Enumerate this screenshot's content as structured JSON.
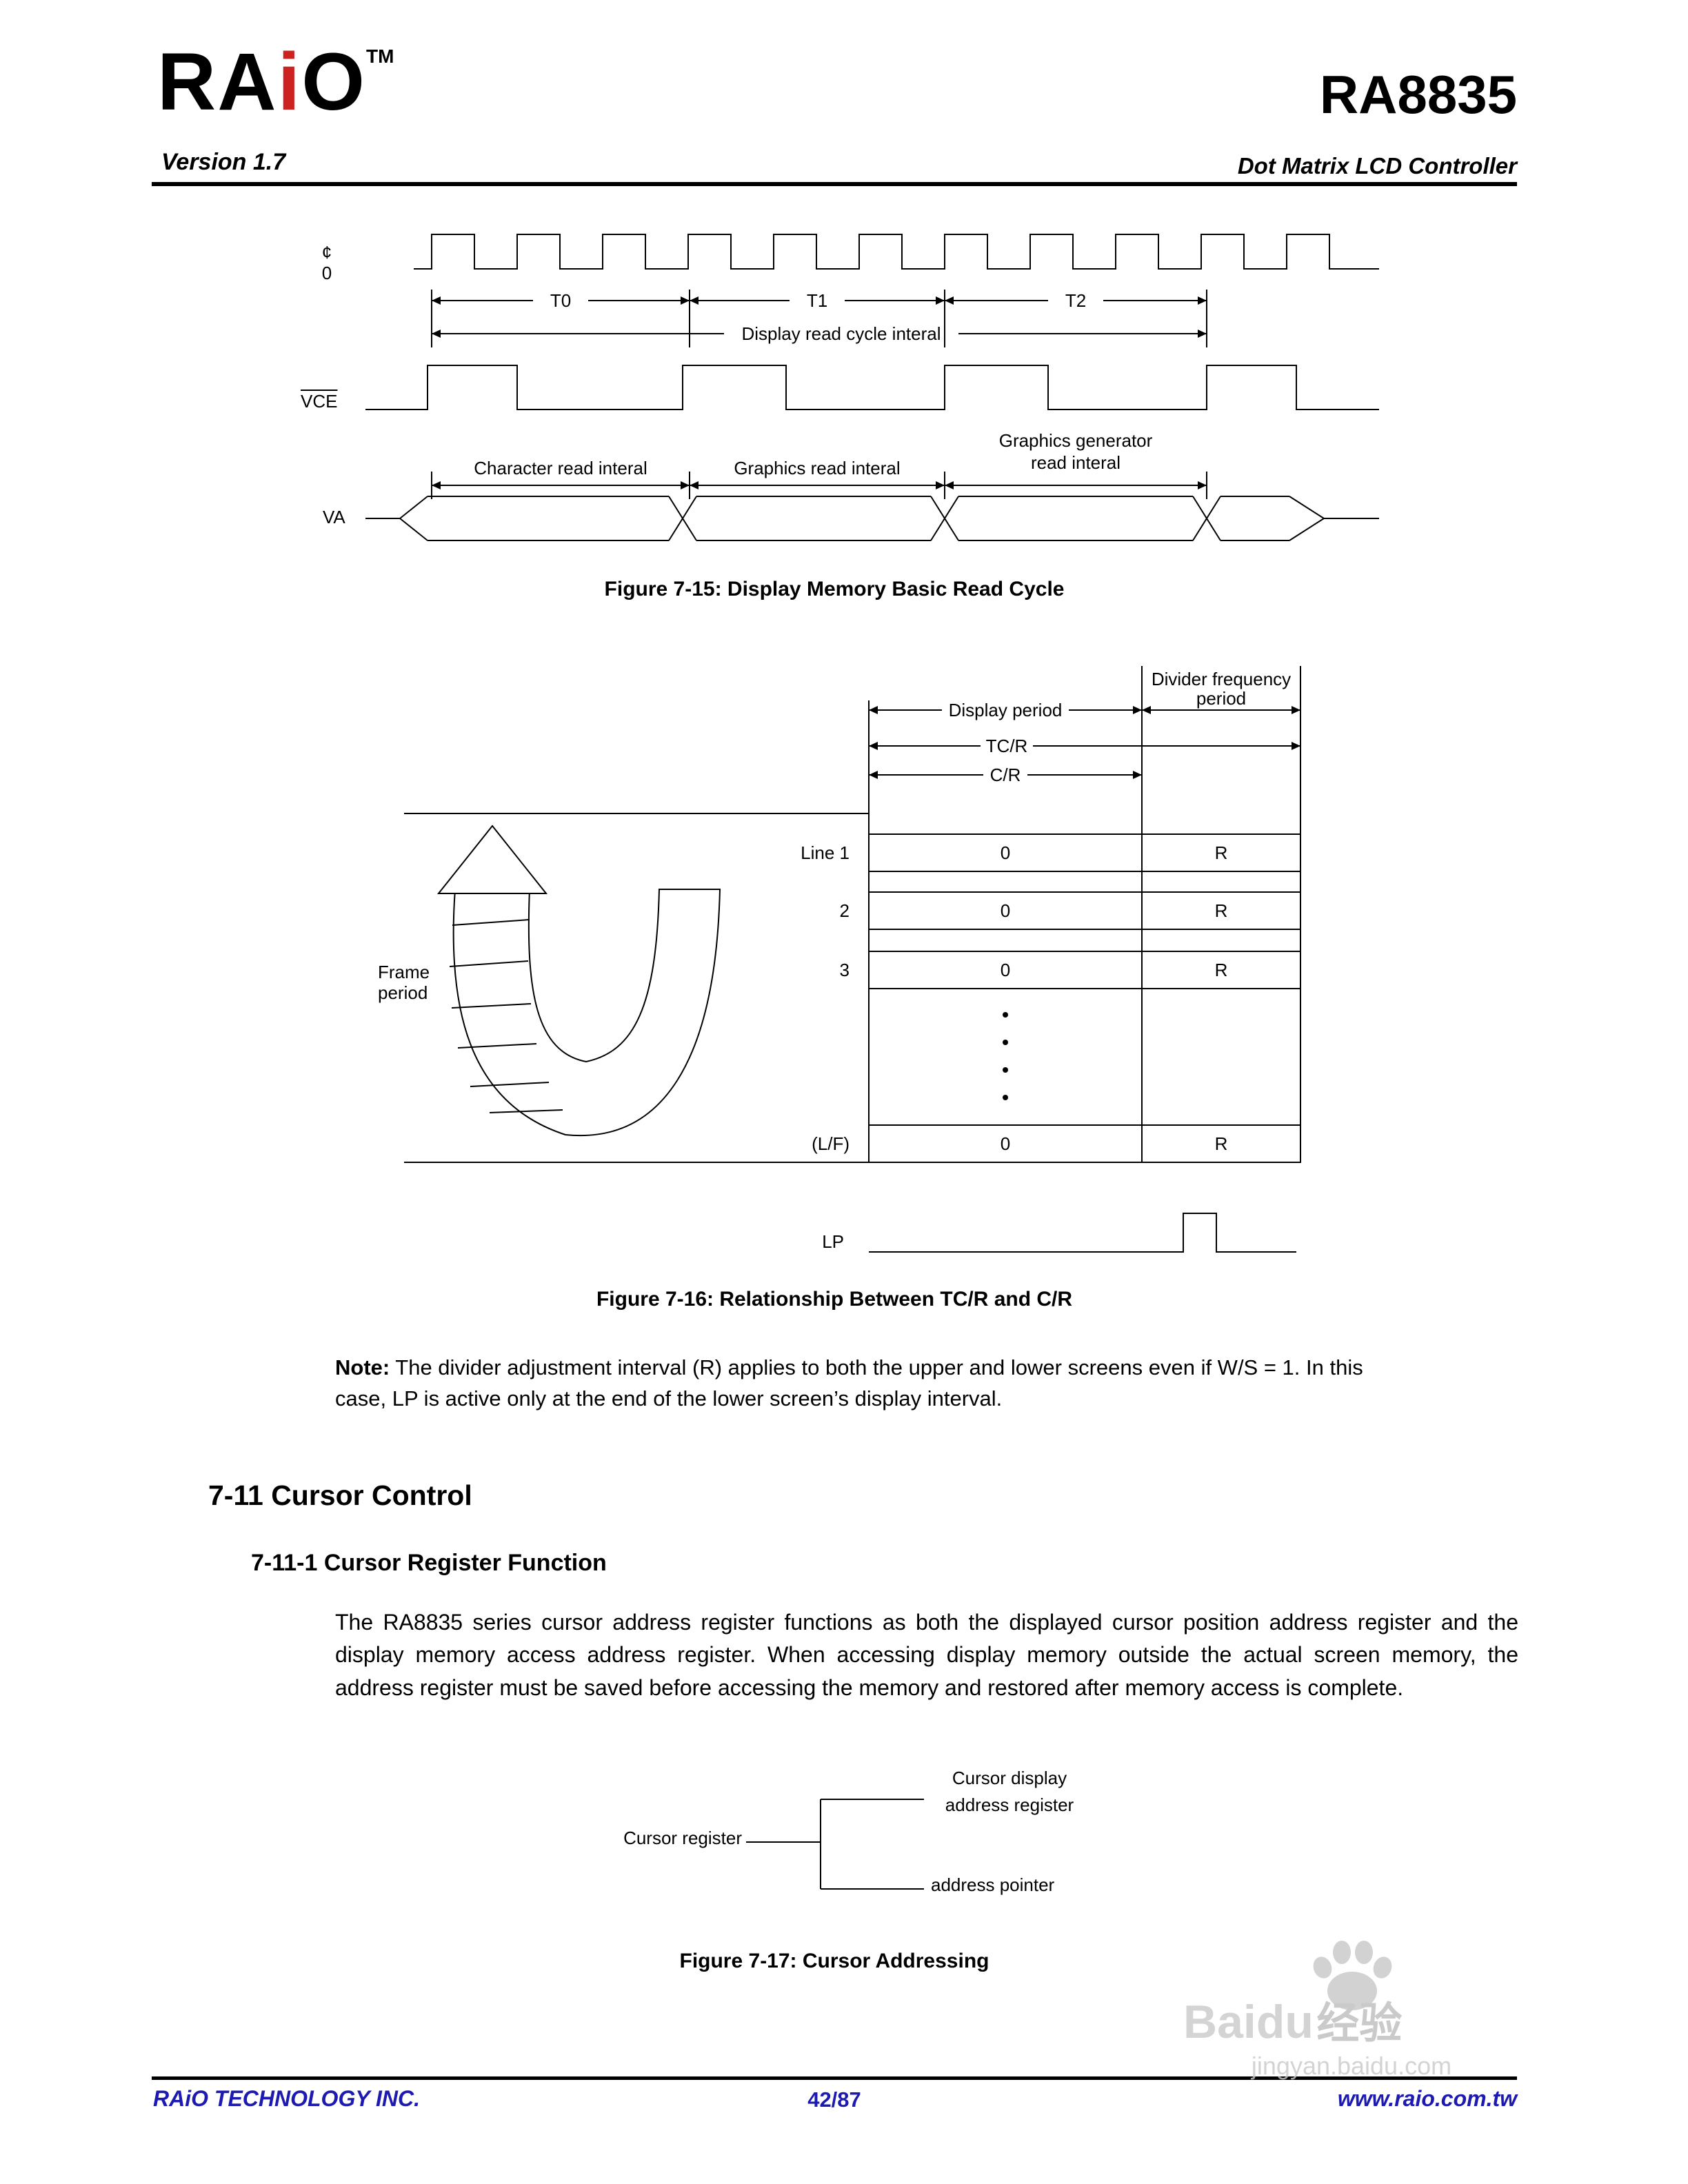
{
  "header": {
    "logo_ra": "RA",
    "logo_i": "i",
    "logo_o": "O",
    "logo_tm": "TM",
    "version": "Version 1.7",
    "product": "RA8835",
    "subtitle": "Dot Matrix LCD Controller"
  },
  "fig715": {
    "phi": "¢",
    "phi_sub": "0",
    "t0": "T0",
    "t1": "T1",
    "t2": "T2",
    "cycle": "Display read cycle interal",
    "vce": "VCE",
    "char_read": "Character read interal",
    "gfx_read": "Graphics read interal",
    "ggr1": "Graphics generator",
    "ggr2": "read interal",
    "va": "VA",
    "caption": "Figure 7-15: Display Memory Basic Read Cycle"
  },
  "fig716": {
    "div1": "Divider frequency",
    "div2": "period",
    "disp": "Display period",
    "tcr": "TC/R",
    "cr": "C/R",
    "frame1": "Frame",
    "frame2": "period",
    "rows": [
      {
        "label": "Line 1",
        "left": "0",
        "right": "R"
      },
      {
        "label": "2",
        "left": "0",
        "right": "R"
      },
      {
        "label": "3",
        "left": "0",
        "right": "R"
      },
      {
        "label": "(L/F)",
        "left": "0",
        "right": "R"
      }
    ],
    "lp": "LP",
    "caption": "Figure 7-16: Relationship Between TC/R and C/R"
  },
  "note": {
    "label": "Note:",
    "text": " The divider adjustment interval (R) applies to both the upper and lower screens even if W/S = 1. In this case, LP is active only at the end of the lower screen’s display interval."
  },
  "cursor": {
    "h2": "7-11 Cursor Control",
    "h3": "7-11-1 Cursor Register Function",
    "body": "The RA8835 series cursor address register functions as both the displayed cursor position address register and the display memory access address register. When accessing display memory outside the actual screen memory, the address register must be saved before accessing the memory and restored after memory access is complete."
  },
  "fig717": {
    "reg": "Cursor register",
    "disp1": "Cursor display",
    "disp2": "address register",
    "ptr": "address pointer",
    "caption": "Figure 7-17: Cursor Addressing"
  },
  "watermark": {
    "brand": "Baidu",
    "cjk": "经验",
    "url": "jingyan.baidu.com"
  },
  "footer": {
    "company": "RAiO TECHNOLOGY INC.",
    "page": "42/87",
    "site": "www.raio.com.tw"
  },
  "colors": {
    "accent_blue": "#1c1ab0",
    "logo_red": "#cc2222",
    "watermark_gray": "#c2c2c2"
  }
}
